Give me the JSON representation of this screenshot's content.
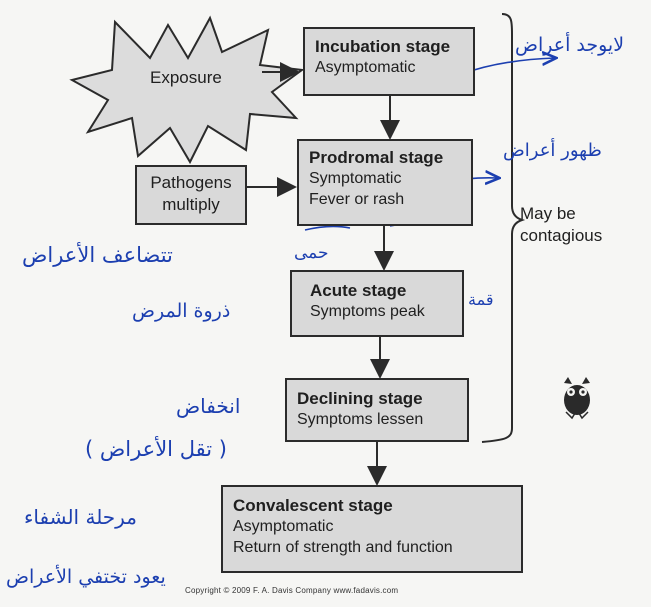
{
  "exposure_label": "Exposure",
  "pathogens_label": "Pathogens multiply",
  "stages": [
    {
      "title": "Incubation stage",
      "lines": [
        "Asymptomatic"
      ]
    },
    {
      "title": "Prodromal stage",
      "lines": [
        "Symptomatic",
        "Fever or rash"
      ]
    },
    {
      "title": "Acute stage",
      "lines": [
        "Symptoms peak"
      ]
    },
    {
      "title": "Declining stage",
      "lines": [
        "Symptoms lessen"
      ]
    },
    {
      "title": "Convalescent stage",
      "lines": [
        "Asymptomatic",
        "Return of strength and function"
      ]
    }
  ],
  "contagious_note": "May be contagious",
  "copyright": "Copyright © 2009 F. A. Davis Company www.fadavis.com",
  "annotations": {
    "no_symptoms": "لايوجد أعراض",
    "symptoms_appear": "ظهور أعراض",
    "symptoms_multiply": "تتضاعف الأعراض",
    "fever": "حمى",
    "disease_peak": "ذروة المرض",
    "peak": "قمة",
    "decline": "انخفاض",
    "fewer_symptoms": "( تقل الأعراض )",
    "recovery_stage": "مرحلة الشفاء",
    "symptoms_disappear": "يعود تختفي الأعراض"
  },
  "colors": {
    "ink": "#1c3fb0",
    "box": "#d9d9d9",
    "line": "#2b2b2b"
  }
}
